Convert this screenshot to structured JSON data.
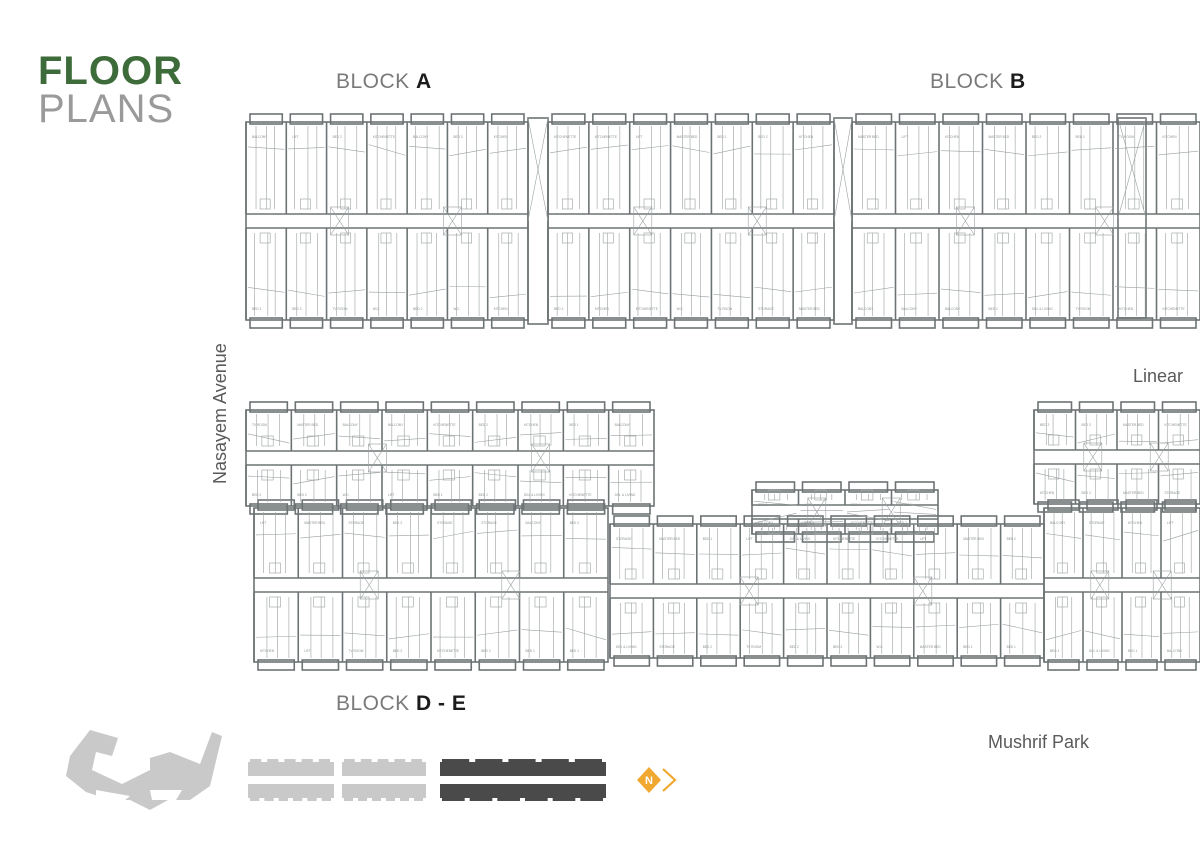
{
  "title": {
    "line1": "FLOOR",
    "line2": "PLANS"
  },
  "blocks": [
    {
      "prefix": "BLOCK ",
      "letter": "A"
    },
    {
      "prefix": "BLOCK ",
      "letter": "B"
    },
    {
      "prefix": "BLOCK ",
      "letter": "D - E"
    }
  ],
  "streets": {
    "west": "Nasayem Avenue",
    "east": "Linear",
    "south": "Mushrif Park"
  },
  "compass": {
    "letter": "N"
  },
  "colors": {
    "title_green": "#3e6b3a",
    "compass_orange": "#f0a830",
    "key_plan_light": "#c9c9c9",
    "key_plan_dark": "#4a4a4a",
    "wall": "#6d7374"
  },
  "room_labels": [
    "BED 1",
    "BED 2",
    "BED 3",
    "DIN. & LIVING",
    "KITCHEN",
    "STORAGE",
    "BALCONY",
    "TV ROOM",
    "MASTER BED",
    "LIFT",
    "W.C.",
    "KITCHENETTE"
  ]
}
